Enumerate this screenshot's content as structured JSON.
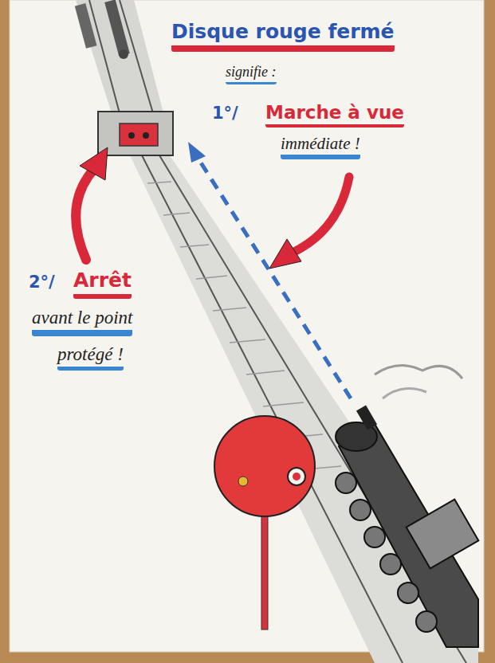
{
  "diagram": {
    "title": "Disque rouge fermé",
    "labels": [
      "signifie :",
      "1°/",
      "Marche à vue",
      "immédiate !",
      "2°/",
      "Arrêt",
      "avant le point",
      "protégé !"
    ]
  }
}
